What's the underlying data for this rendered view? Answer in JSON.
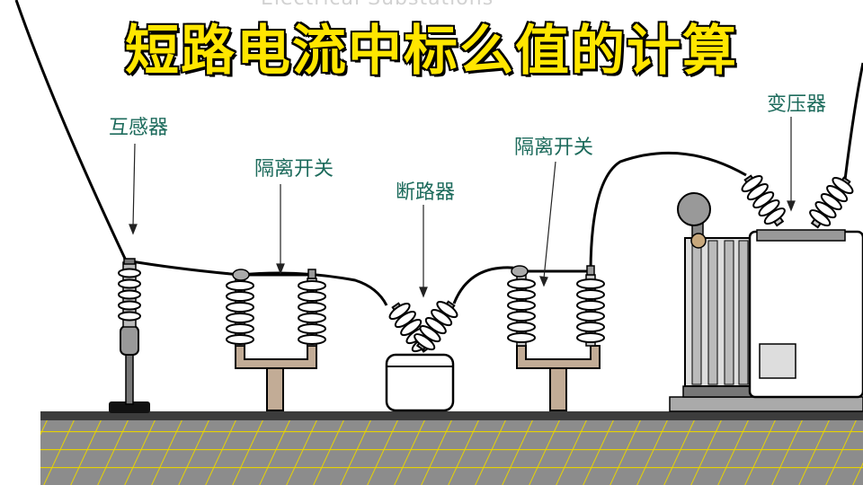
{
  "title": "短路电流中标么值的计算",
  "watermark": "Electrical Substations",
  "labels": {
    "transformer_ct": "互感器",
    "disconnector_left": "隔离开关",
    "breaker": "断路器",
    "disconnector_right": "隔离开关",
    "power_transformer": "变压器"
  },
  "colors": {
    "title_fill": "#ffe600",
    "label_text": "#1d6b5c",
    "ground_grid": "#e8d400",
    "ground_fill": "#8c8c8c",
    "insulator": "#ffffff",
    "support_frame": "#c2ac96"
  }
}
